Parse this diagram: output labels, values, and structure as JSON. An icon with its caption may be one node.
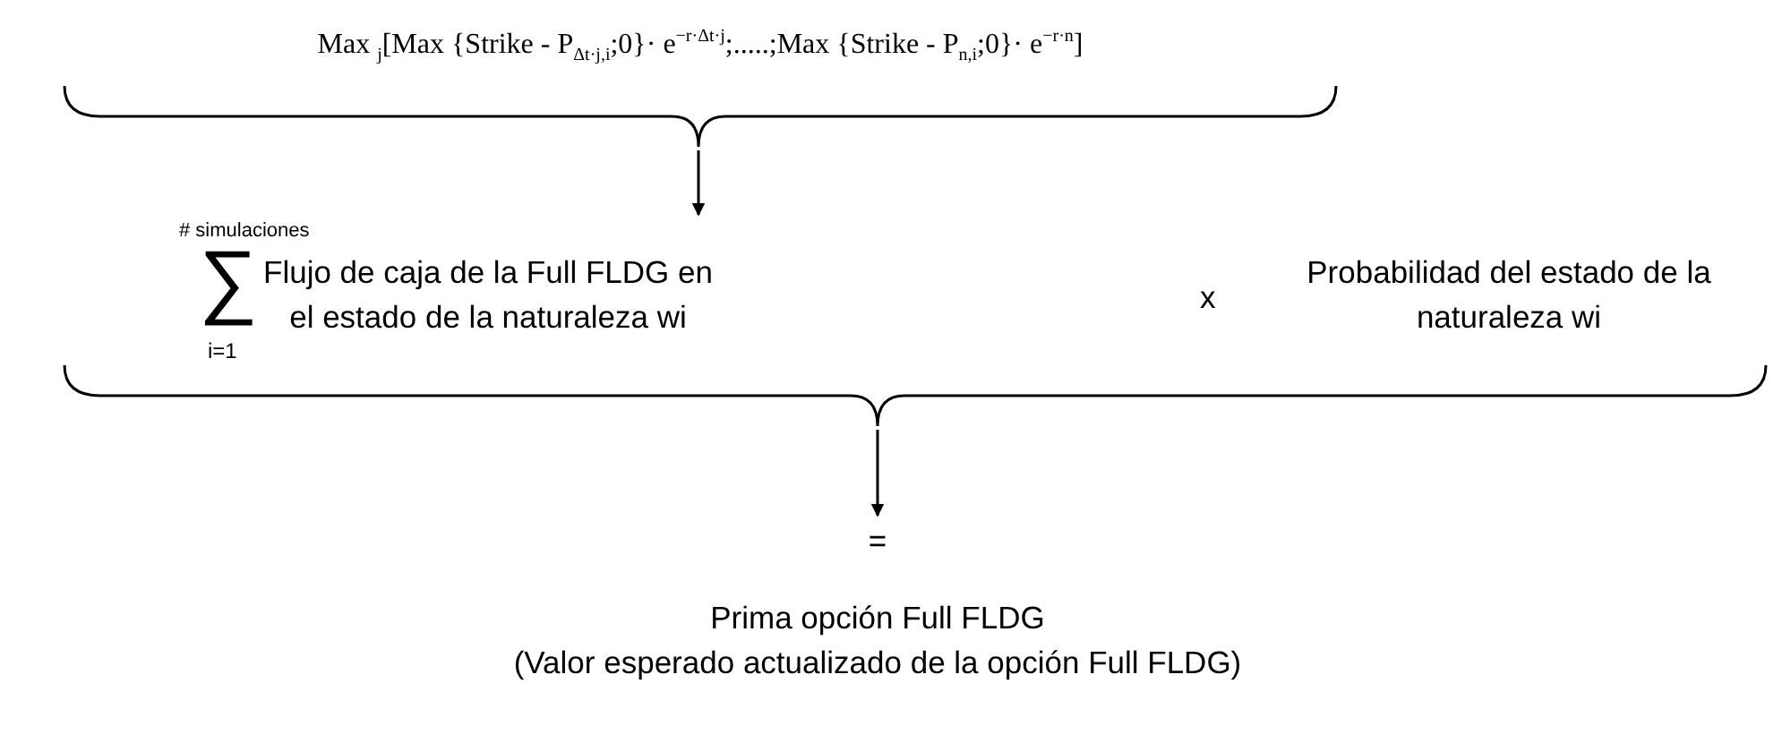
{
  "diagram": {
    "nodes": [
      {
        "text": [
          "Max $_{j}$[Max {Strike - P$_{Δt·j,i}$;0}· e$^{−r·Δt·j}$;.....;Max {Strike - P$_{n,i}$;0}· e$^{−r·n}$]"
        ]
      },
      {
        "text": [
          "Flujo de caja de la Full FLDG en el estado de la naturaleza wi",
          "Probabilidad del estado de la naturaleza wi"
        ]
      },
      {
        "text": [
          "=",
          "Prima opción Full FLDG",
          "(Valor esperado actualizado de la opción Full FLDG)"
        ]
      }
    ],
    "edges": [
      {
        "from": 0,
        "to": 1,
        "arrow": "to"
      },
      {
        "from": 1,
        "to": 2,
        "arrow": "to"
      }
    ],
    "labels": [
      "# simulaciones",
      "∑",
      "i=1",
      "x"
    ]
  }
}
